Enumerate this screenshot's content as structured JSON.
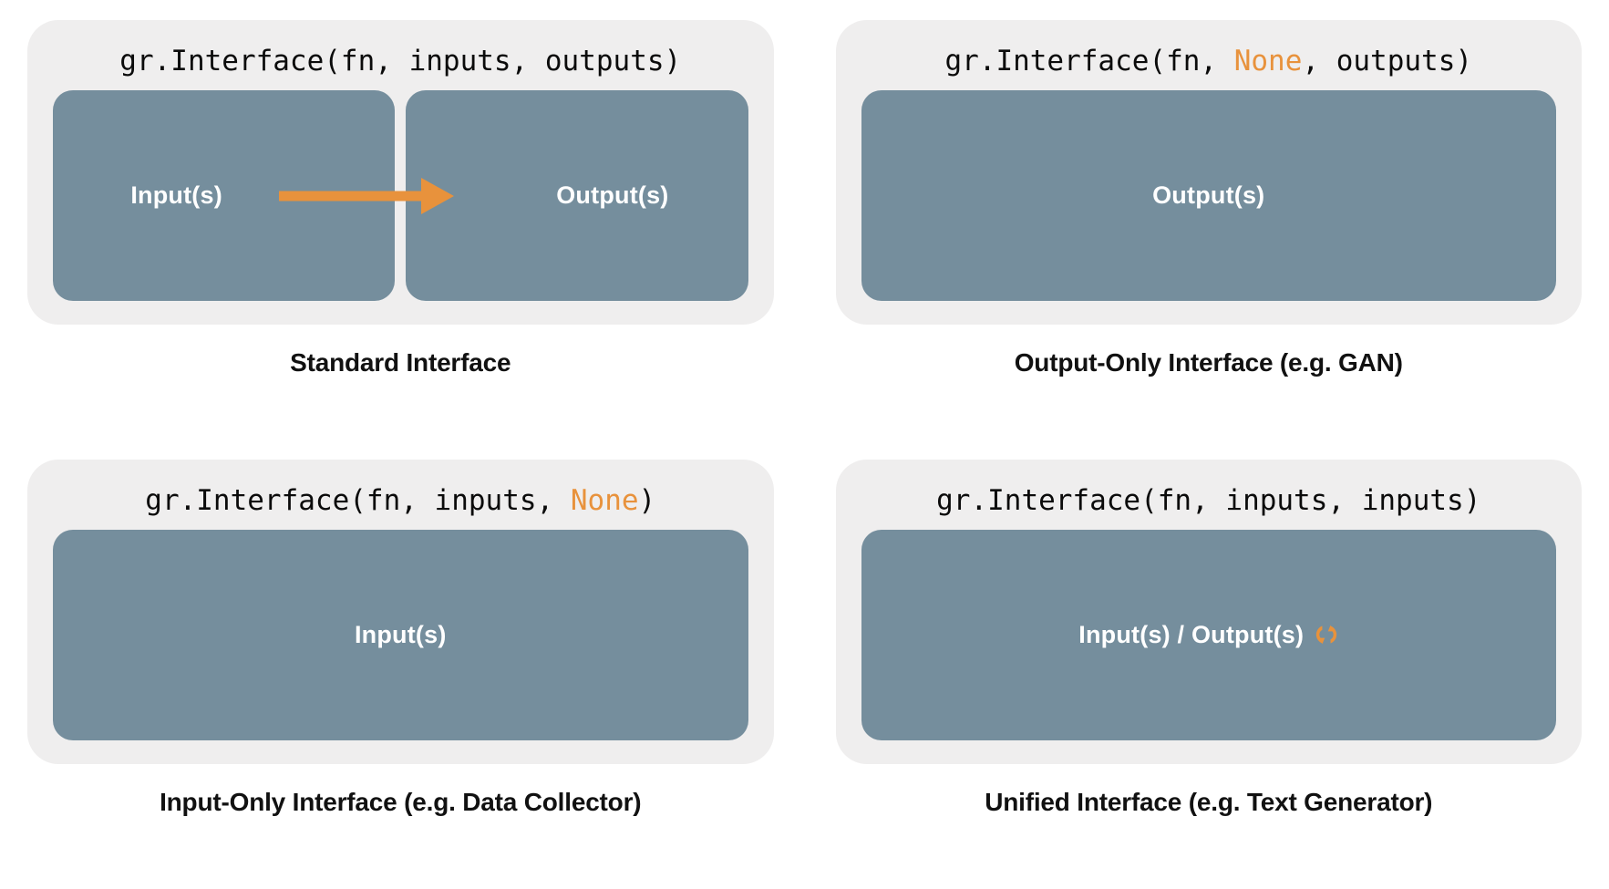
{
  "theme": {
    "background": "#ffffff",
    "panel_bg": "#efeeee",
    "box_fill": "#758e9d",
    "accent_orange": "#e8923c",
    "code_color": "#0b0b0b",
    "caption_color": "#111111",
    "box_label_color": "#ffffff"
  },
  "panels": [
    {
      "id": "standard",
      "code": {
        "prefix": "gr.Interface(fn, inputs, outputs)",
        "segments": [
          {
            "text": "gr.Interface(fn, inputs, outputs)",
            "style": "plain"
          }
        ]
      },
      "boxes": [
        {
          "label": "Input(s)"
        },
        {
          "label": "Output(s)"
        }
      ],
      "arrow": {
        "present": true,
        "direction": "left-to-right",
        "color": "#e8923c",
        "meaning": "inputs flow to outputs"
      },
      "caption": "Standard Interface"
    },
    {
      "id": "output-only",
      "code": {
        "prefix": "gr.Interface(fn, None, outputs)",
        "segments": [
          {
            "text": "gr.Interface(fn, ",
            "style": "plain"
          },
          {
            "text": "None",
            "style": "none-keyword"
          },
          {
            "text": ", outputs)",
            "style": "plain"
          }
        ]
      },
      "boxes": [
        {
          "label": "Output(s)"
        }
      ],
      "arrow": {
        "present": false
      },
      "caption": "Output-Only Interface (e.g. GAN)"
    },
    {
      "id": "input-only",
      "code": {
        "prefix": "gr.Interface(fn, inputs, None)",
        "segments": [
          {
            "text": "gr.Interface(fn, inputs, ",
            "style": "plain"
          },
          {
            "text": "None",
            "style": "none-keyword"
          },
          {
            "text": ")",
            "style": "plain"
          }
        ]
      },
      "boxes": [
        {
          "label": "Input(s)"
        }
      ],
      "arrow": {
        "present": false
      },
      "caption": "Input-Only Interface (e.g. Data Collector)"
    },
    {
      "id": "unified",
      "code": {
        "prefix": "gr.Interface(fn, inputs, inputs)",
        "segments": [
          {
            "text": "gr.Interface(fn, inputs, inputs)",
            "style": "plain"
          }
        ]
      },
      "boxes": [
        {
          "label": "Input(s) / Output(s)",
          "icon": "loop-icon"
        }
      ],
      "arrow": {
        "present": false
      },
      "caption": "Unified Interface (e.g. Text Generator)"
    }
  ],
  "code_text": {
    "standard": "gr.Interface(fn, inputs, outputs)",
    "output_only_a": "gr.Interface(fn, ",
    "output_only_none": "None",
    "output_only_b": ", outputs)",
    "input_only_a": "gr.Interface(fn, inputs, ",
    "input_only_none": "None",
    "input_only_b": ")",
    "unified": "gr.Interface(fn, inputs, inputs)"
  },
  "labels": {
    "inputs": "Input(s)",
    "outputs": "Output(s)",
    "unified_io": "Input(s) / Output(s)"
  },
  "captions": {
    "standard": "Standard Interface",
    "output_only": "Output-Only Interface (e.g. GAN)",
    "input_only": "Input-Only Interface (e.g. Data Collector)",
    "unified": "Unified Interface (e.g. Text Generator)"
  }
}
